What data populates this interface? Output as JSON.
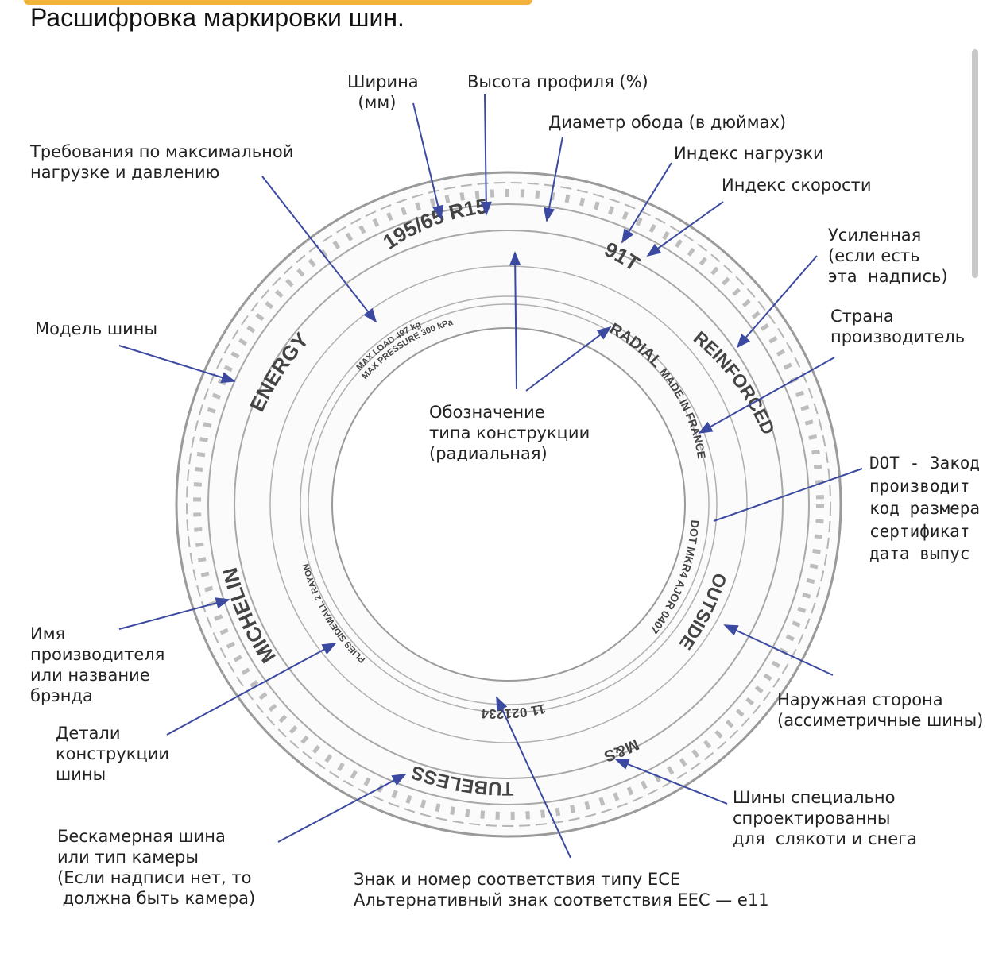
{
  "page": {
    "title": "Расшифровка маркировки шин."
  },
  "tire_markings": {
    "size": "195/65 R15",
    "load_speed": "91T",
    "radial": "RADIAL",
    "reinforced": "REINFORCED",
    "made_in": "MADE IN FRANCE",
    "dot": "DOT MKR4 AJOR 0407",
    "outside": "OUTSIDE",
    "mud_snow": "M&S",
    "ece_number": "11 021234",
    "tubeless": "TUBELESS",
    "brand": "MICHELIN",
    "model": "ENERGY",
    "max_load": "MAX LOAD 497 kg",
    "max_pressure": "MAX PRESSURE 300 kPa",
    "plies": "PLIES SIDEWALL 2 RAYON"
  },
  "labels": {
    "width": "Ширина\n  (мм)",
    "aspect": "Высота профиля (%)",
    "rim": "Диаметр обода (в дюймах)",
    "load_index": "Индекс нагрузки",
    "speed_index": "Индекс скорости",
    "max_load_req": "Требования по максимальной\nнагрузке и давлению",
    "reinforced_lbl": "Усиленная\n(если есть\nэта  надпись)",
    "country": "Страна\nпроизводитель",
    "model_lbl": "Модель шины",
    "construction": "Обозначение\nтипа конструкции\n(радиальная)",
    "dot_lbl": "DOT - Закод\nпроизводит\nкод размера\nсертификат\nдата выпус",
    "brand_lbl": "Имя\nпроизводителя\nили название\nбрэнда",
    "details": "Детали\nконструкции\nшины",
    "outside_lbl": "Наружная сторона\n(ассиметричные шины)",
    "tubeless_lbl": "Бескамерная шина\nили тип камеры\n(Если надписи нет, то\n должна быть камера)",
    "ece_lbl": "Знак и номер соответствия типу ECE\nАльтернативный знак соответствия EEC — e11",
    "ms_lbl": "Шины специально\nспроектированны\nдля  слякоти и снега"
  },
  "colors": {
    "arrow": "#3b4aa0",
    "tire_outline": "#9a9a9a",
    "text": "#222222"
  }
}
